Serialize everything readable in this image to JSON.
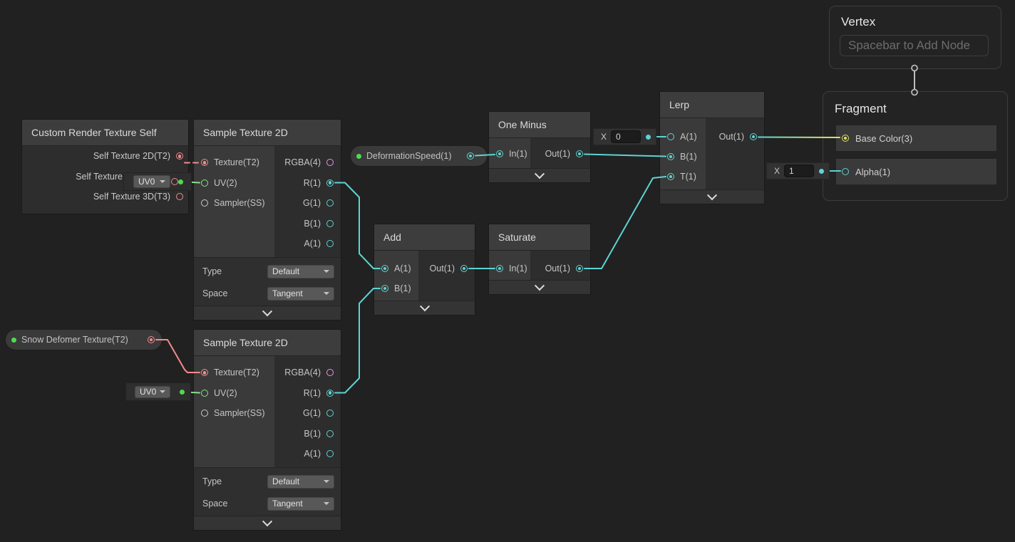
{
  "colors": {
    "cyan": "#5ed3d3",
    "red": "#f28b8b",
    "green": "#8adf8a",
    "green-dot": "#4fdb4f",
    "pink": "#ea94ea",
    "yellow": "#e2e25c",
    "gray": "#cccccc"
  },
  "properties": {
    "deformation_speed": {
      "label": "DeformationSpeed(1)"
    },
    "snow_deformer": {
      "label": "Snow Defomer Texture(T2)"
    }
  },
  "nodes": {
    "crt_self": {
      "title": "Custom Render Texture Self",
      "rows": [
        "Self Texture 2D(T2)",
        "Self Texture",
        "Self Texture 3D(T3)"
      ]
    },
    "sample1": {
      "title": "Sample Texture 2D",
      "inputs": [
        "Texture(T2)",
        "UV(2)",
        "Sampler(SS)"
      ],
      "outputs": [
        "RGBA(4)",
        "R(1)",
        "G(1)",
        "B(1)",
        "A(1)"
      ],
      "options": {
        "type_label": "Type",
        "type_value": "Default",
        "space_label": "Space",
        "space_value": "Tangent"
      }
    },
    "sample2": {
      "title": "Sample Texture 2D",
      "inputs": [
        "Texture(T2)",
        "UV(2)",
        "Sampler(SS)"
      ],
      "outputs": [
        "RGBA(4)",
        "R(1)",
        "G(1)",
        "B(1)",
        "A(1)"
      ],
      "options": {
        "type_label": "Type",
        "type_value": "Default",
        "space_label": "Space",
        "space_value": "Tangent"
      }
    },
    "one_minus": {
      "title": "One Minus",
      "in": "In(1)",
      "out": "Out(1)"
    },
    "add": {
      "title": "Add",
      "a": "A(1)",
      "b": "B(1)",
      "out": "Out(1)"
    },
    "saturate": {
      "title": "Saturate",
      "in": "In(1)",
      "out": "Out(1)"
    },
    "lerp": {
      "title": "Lerp",
      "a": "A(1)",
      "b": "B(1)",
      "t": "T(1)",
      "out": "Out(1)"
    },
    "vertex": {
      "title": "Vertex",
      "placeholder": "Spacebar to Add Node"
    },
    "fragment": {
      "title": "Fragment",
      "base_color": "Base Color(3)",
      "alpha": "Alpha(1)"
    }
  },
  "widgets": {
    "uv_channel_1": {
      "value": "UV0"
    },
    "uv_channel_2": {
      "value": "UV0"
    },
    "lerp_a_default": {
      "label": "X",
      "value": "0"
    },
    "alpha_default": {
      "label": "X",
      "value": "1"
    }
  }
}
